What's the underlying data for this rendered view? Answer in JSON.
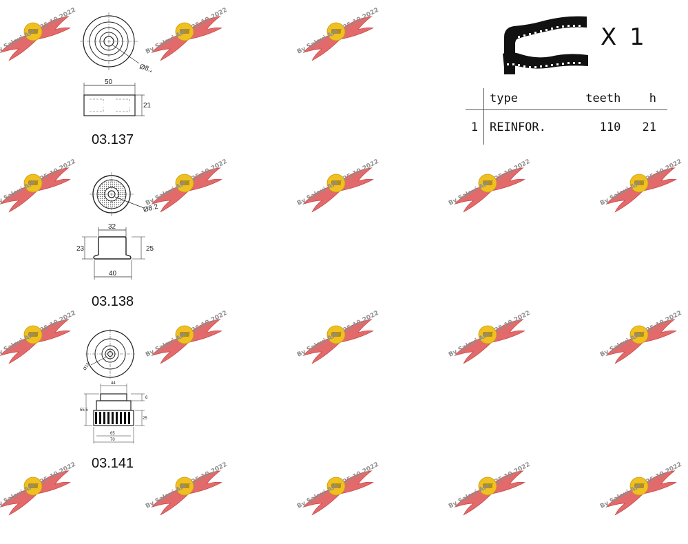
{
  "watermark": {
    "text": "By Salevi AM - 25.10.2022",
    "colors": {
      "wing": "#e36a6a",
      "wing_edge": "#c94a4a",
      "disc": "#f0c020",
      "text": "#8f8f8f"
    }
  },
  "parts": [
    {
      "code": "03.137",
      "dims": {
        "bore": "Ø8.2",
        "width": "50",
        "height": "21"
      }
    },
    {
      "code": "03.138",
      "dims": {
        "bore": "Ø8.2",
        "top_width": "32",
        "left_height": "23",
        "right_height": "25",
        "bottom_width": "40"
      }
    },
    {
      "code": "03.141",
      "dims": {
        "bore": "Ø12",
        "top_width": "44",
        "step": "6",
        "total_height": "55.5",
        "tooth_height": "25",
        "inner_width": "65",
        "outer_width": "70"
      }
    }
  ],
  "belt": {
    "quantity_label": "X 1",
    "table": {
      "headers": {
        "index": "",
        "type": "type",
        "teeth": "teeth",
        "h": "h"
      },
      "rows": [
        {
          "index": "1",
          "type": "REINFOR.",
          "teeth": "110",
          "h": "21"
        }
      ]
    }
  }
}
